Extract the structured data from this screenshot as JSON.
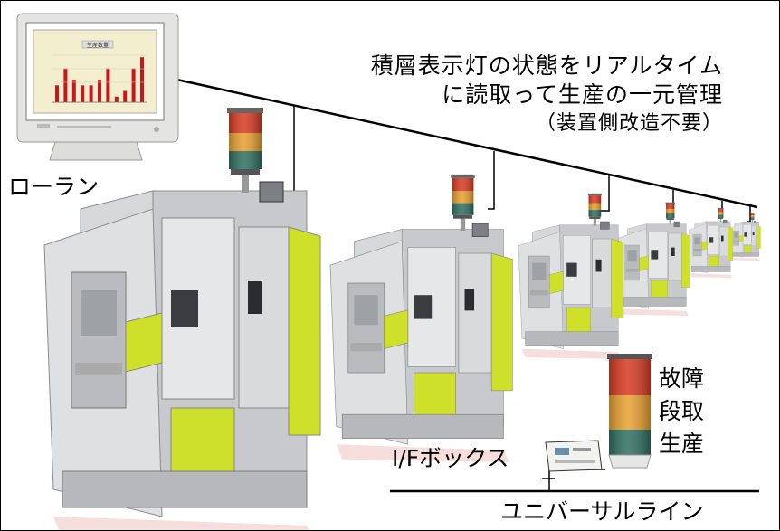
{
  "headline": {
    "line1": "積層表示灯の状態をリアルタイム",
    "line2": "に読取って生産の一元管理",
    "note": "（装置側改造不要）"
  },
  "lan_label": "ローラン",
  "monitor": {
    "chart_title": "生産数量",
    "bar_values": [
      3,
      6,
      4,
      3,
      3,
      4,
      6,
      1,
      2,
      6,
      8
    ]
  },
  "if_box_label": "I/Fボックス",
  "universal_line_label": "ユニバーサルライン",
  "status_labels": [
    "故障",
    "段取",
    "生産"
  ],
  "colors": {
    "lamp_red": "#d83a22",
    "lamp_amber": "#e8a030",
    "lamp_green": "#2f6f60",
    "machine_body": "#d2d4d6",
    "machine_yellow": "#cfe02a",
    "bar_red": "#c8161c"
  }
}
